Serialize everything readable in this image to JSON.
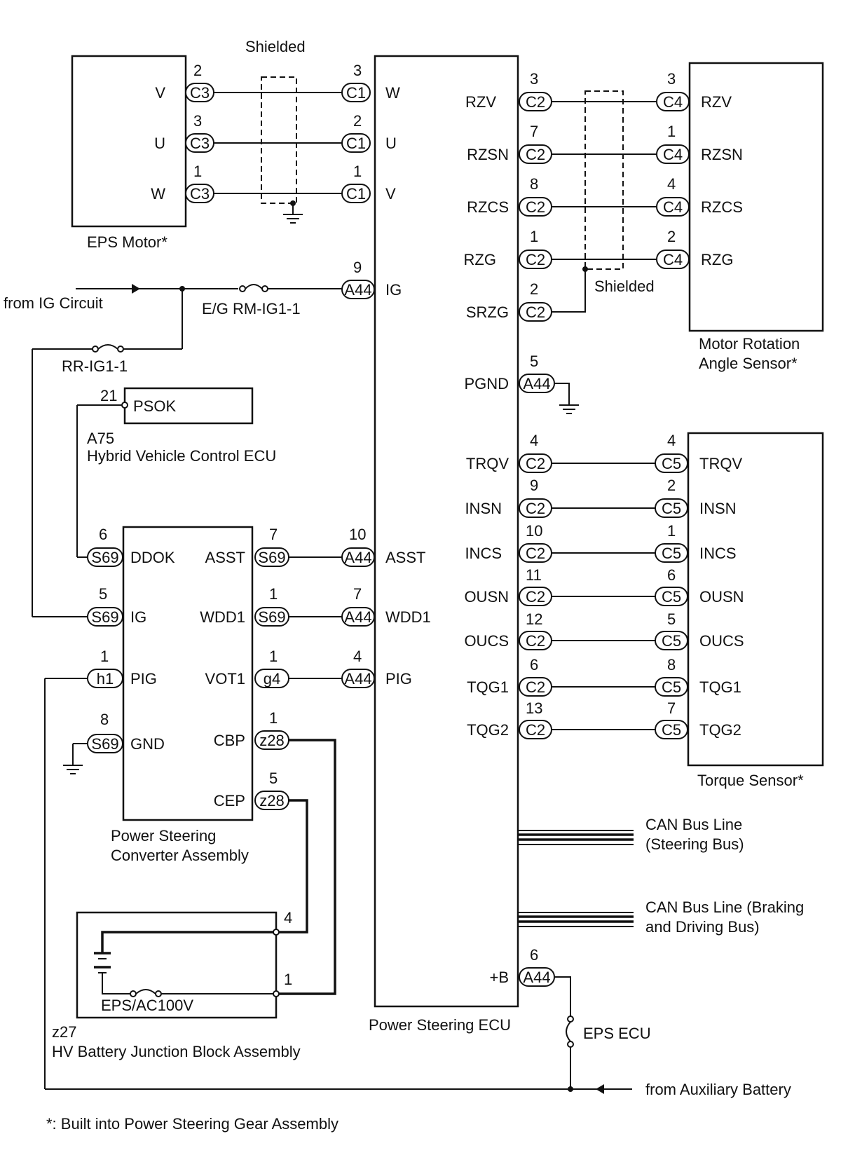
{
  "components": {
    "eps_motor": "EPS Motor*",
    "ecu": "Power Steering ECU",
    "motor_sensor": [
      "Motor Rotation",
      "Angle Sensor*"
    ],
    "torque_sensor": "Torque Sensor*",
    "hv_ecu_code": "A75",
    "hv_ecu": "Hybrid Vehicle Control ECU",
    "converter": [
      "Power Steering",
      "Converter Assembly"
    ],
    "junction_code": "z27",
    "junction": "HV Battery Junction Block Assembly"
  },
  "labels": {
    "shielded_top": "Shielded",
    "shielded_right": "Shielded",
    "from_ig": "from IG Circuit",
    "fuse_eg": "E/G RM-IG1-1",
    "fuse_rr": "RR-IG1-1",
    "fuse_epsac": "EPS/AC100V",
    "fuse_epsecu": "EPS ECU",
    "can_steering": [
      "CAN Bus Line",
      "(Steering Bus)"
    ],
    "can_braking": [
      "CAN Bus Line (Braking",
      "and Driving Bus)"
    ],
    "from_aux": "from Auxiliary Battery",
    "footnote": "*: Built into Power Steering Gear Assembly"
  },
  "motor_pins": [
    {
      "pin": "2",
      "conn": "C3",
      "name": "V"
    },
    {
      "pin": "3",
      "conn": "C3",
      "name": "U"
    },
    {
      "pin": "1",
      "conn": "C3",
      "name": "W"
    }
  ],
  "ecu_left_motor_pins": [
    {
      "pin": "3",
      "conn": "C1",
      "name": "W"
    },
    {
      "pin": "2",
      "conn": "C1",
      "name": "U"
    },
    {
      "pin": "1",
      "conn": "C1",
      "name": "V"
    }
  ],
  "ecu_ig": {
    "pin": "9",
    "conn": "A44",
    "name": "IG"
  },
  "ecu_right_sensor": [
    {
      "name": "RZV",
      "pin": "3",
      "conn": "C2",
      "spin": "3",
      "sconn": "C4",
      "sname": "RZV"
    },
    {
      "name": "RZSN",
      "pin": "7",
      "conn": "C2",
      "spin": "1",
      "sconn": "C4",
      "sname": "RZSN"
    },
    {
      "name": "RZCS",
      "pin": "8",
      "conn": "C2",
      "spin": "4",
      "sconn": "C4",
      "sname": "RZCS"
    },
    {
      "name": "RZG",
      "pin": "1",
      "conn": "C2",
      "spin": "2",
      "sconn": "C4",
      "sname": "RZG"
    }
  ],
  "ecu_srzg": {
    "name": "SRZG",
    "pin": "2",
    "conn": "C2"
  },
  "ecu_pgnd": {
    "name": "PGND",
    "pin": "5",
    "conn": "A44"
  },
  "ecu_torque": [
    {
      "name": "TRQV",
      "pin": "4",
      "conn": "C2",
      "spin": "4",
      "sconn": "C5",
      "sname": "TRQV"
    },
    {
      "name": "INSN",
      "pin": "9",
      "conn": "C2",
      "spin": "2",
      "sconn": "C5",
      "sname": "INSN"
    },
    {
      "name": "INCS",
      "pin": "10",
      "conn": "C2",
      "spin": "1",
      "sconn": "C5",
      "sname": "INCS"
    },
    {
      "name": "OUSN",
      "pin": "11",
      "conn": "C2",
      "spin": "6",
      "sconn": "C5",
      "sname": "OUSN"
    },
    {
      "name": "OUCS",
      "pin": "12",
      "conn": "C2",
      "spin": "5",
      "sconn": "C5",
      "sname": "OUCS"
    },
    {
      "name": "TQG1",
      "pin": "6",
      "conn": "C2",
      "spin": "8",
      "sconn": "C5",
      "sname": "TQG1"
    },
    {
      "name": "TQG2",
      "pin": "13",
      "conn": "C2",
      "spin": "7",
      "sconn": "C5",
      "sname": "TQG2"
    }
  ],
  "ecu_plusb": {
    "name": "+B",
    "pin": "6",
    "conn": "A44"
  },
  "hv_psok": {
    "pin": "21",
    "name": "PSOK"
  },
  "conv_left": [
    {
      "pin": "6",
      "conn": "S69",
      "name": "DDOK"
    },
    {
      "pin": "5",
      "conn": "S69",
      "name": "IG"
    },
    {
      "pin": "1",
      "conn": "h1",
      "name": "PIG"
    },
    {
      "pin": "8",
      "conn": "S69",
      "name": "GND"
    }
  ],
  "conv_right": [
    {
      "name": "ASST",
      "pin": "7",
      "conn": "S69",
      "epin": "10",
      "econn": "A44",
      "ename": "ASST"
    },
    {
      "name": "WDD1",
      "pin": "1",
      "conn": "S69",
      "epin": "7",
      "econn": "A44",
      "ename": "WDD1"
    },
    {
      "name": "VOT1",
      "pin": "1",
      "conn": "g4",
      "epin": "4",
      "econn": "A44",
      "ename": "PIG"
    }
  ],
  "conv_cbp": {
    "name": "CBP",
    "pin": "1",
    "conn": "z28"
  },
  "conv_cep": {
    "name": "CEP",
    "pin": "5",
    "conn": "z28"
  },
  "junction_pins": [
    "4",
    "1"
  ]
}
